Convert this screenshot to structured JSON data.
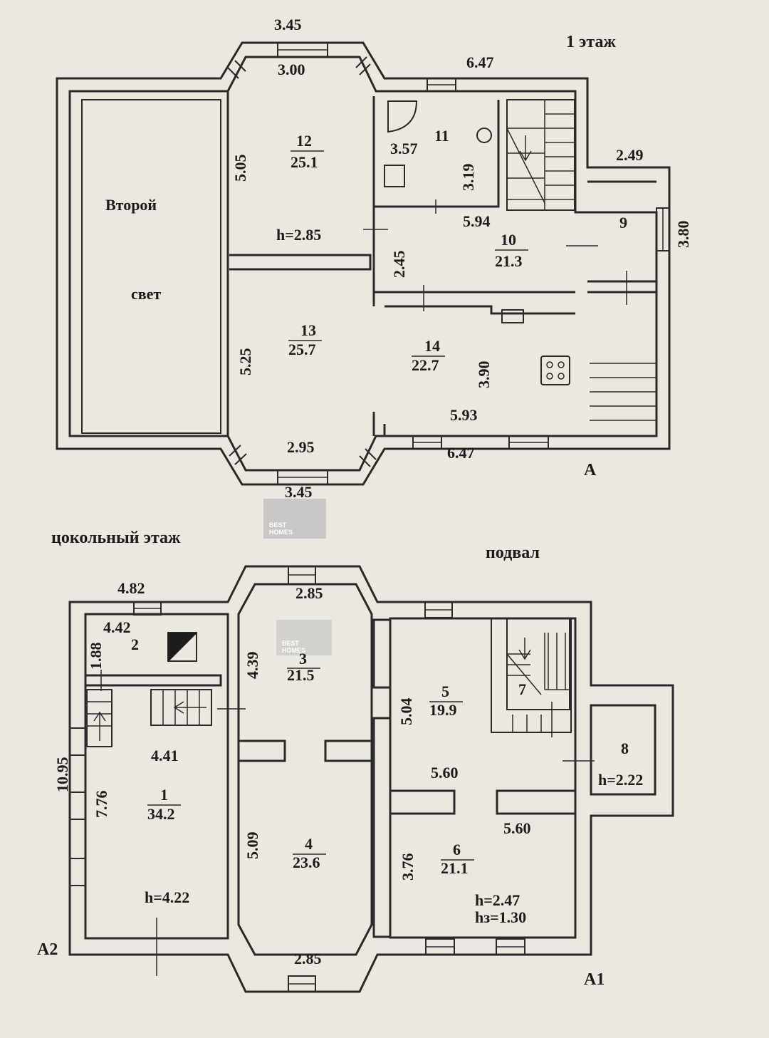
{
  "floor1": {
    "title": "1 этаж",
    "dims": {
      "top_bay": "3.45",
      "top_bay_inner": "3.00",
      "top_right": "6.47",
      "r12_height": "5.05",
      "r11_width": "3.57",
      "r11_height": "3.19",
      "r9_width": "2.49",
      "r9_height": "3.80",
      "r10_width": "5.94",
      "r10_height": "2.45",
      "r13_height": "5.25",
      "r14_height": "3.90",
      "r14_width": "5.93",
      "bottom_right": "6.47",
      "bottom_bay_inner": "2.95",
      "bottom_bay": "3.45"
    },
    "rooms": {
      "void_line1": "Второй",
      "void_line2": "свет",
      "r11_num": "11",
      "r12_num": "12",
      "r12_area": "25.1",
      "r12_height_label": "h=2.85",
      "r10_num": "10",
      "r10_area": "21.3",
      "r9_num": "9",
      "r13_num": "13",
      "r13_area": "25.7",
      "r14_num": "14",
      "r14_area": "22.7"
    },
    "section_mark": "A"
  },
  "basement": {
    "title_left": "цокольный этаж",
    "title_right": "подвал",
    "dims": {
      "r2_width_outer": "4.82",
      "r2_width": "4.42",
      "r2_height": "1.88",
      "bay_top": "2.85",
      "r3_height": "4.39",
      "r1_width": "4.41",
      "r1_height": "7.76",
      "total_height": "10.95",
      "r4_height": "5.09",
      "bay_bottom": "2.85",
      "r5_height": "5.04",
      "r5_width": "5.60",
      "r6_width": "5.60",
      "r6_height": "3.76"
    },
    "rooms": {
      "r2_num": "2",
      "r3_num": "3",
      "r3_area": "21.5",
      "r1_num": "1",
      "r1_area": "34.2",
      "r1_height_label": "h=4.22",
      "r4_num": "4",
      "r4_area": "23.6",
      "r5_num": "5",
      "r5_area": "19.9",
      "r7_num": "7",
      "r8_num": "8",
      "r8_height_label": "h=2.22",
      "r6_num": "6",
      "r6_area": "21.1",
      "r6_height_label": "h=2.47",
      "r6_height2_label": "hз=1.30"
    },
    "section_mark_left": "A2",
    "section_mark_right": "A1"
  },
  "watermark": {
    "line1": "BEST",
    "line2": "HOMES"
  }
}
